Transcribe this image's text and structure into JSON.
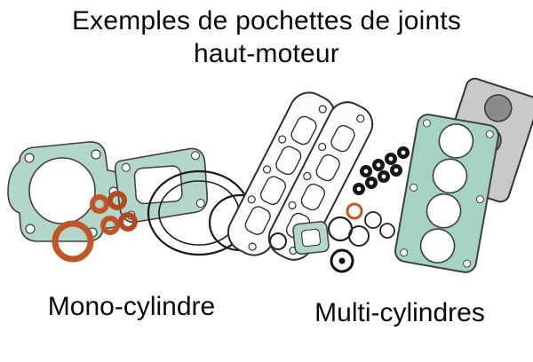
{
  "header": {
    "title_line1": "Exemples de pochettes de joints",
    "title_line2": "haut-moteur"
  },
  "captions": {
    "mono": "Mono-cylindre",
    "multi": "Multi-cylindres"
  },
  "colors": {
    "background": "#ffffff",
    "text": "#0a0a0a",
    "gasket_teal": "#b2d6c8",
    "gasket_teal_dark": "#a5d2c2",
    "o_ring_orange": "#c0552a",
    "outline_dark": "#3f3f3f",
    "metal_gray": "#c9c9c9"
  }
}
